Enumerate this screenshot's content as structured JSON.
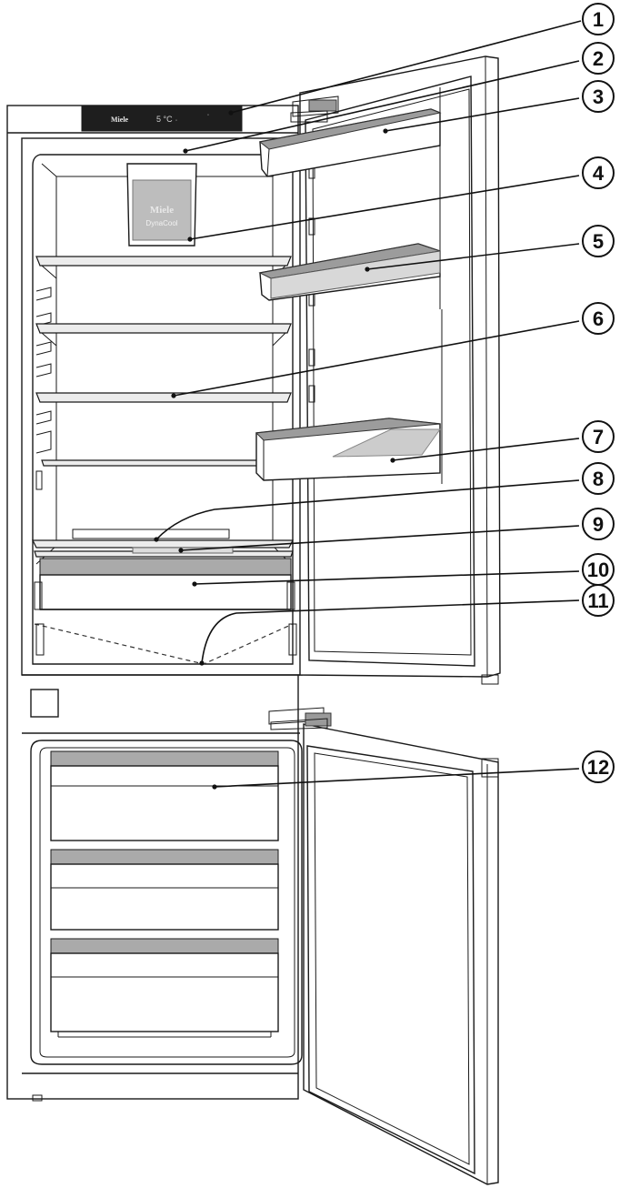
{
  "display_panel": {
    "brand": "Miele",
    "temperature": "5 °C",
    "bg_color": "#1e1e1e",
    "text_color": "#dddddd"
  },
  "fan_unit": {
    "brand": "Miele",
    "label": "DynaCool"
  },
  "callouts": [
    "1",
    "2",
    "3",
    "4",
    "5",
    "6",
    "7",
    "8",
    "9",
    "10",
    "11",
    "12"
  ]
}
